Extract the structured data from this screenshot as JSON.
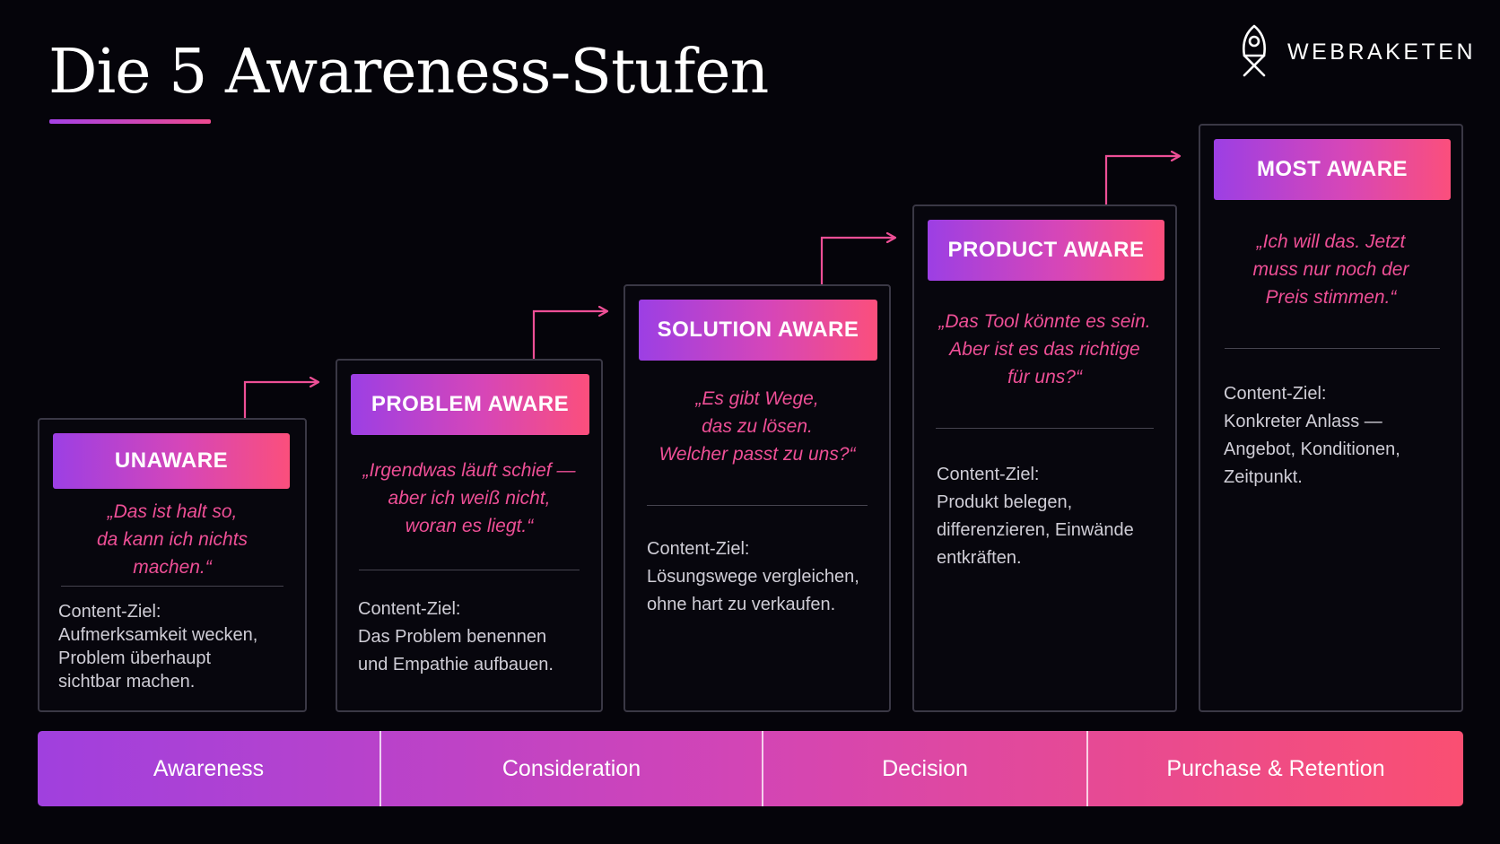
{
  "title": "Die 5 Awareness-Stufen",
  "brand": {
    "name": "WEBRAKETEN",
    "icon": "rocket-logo-icon"
  },
  "colors": {
    "accent_start": "#9c3fe4",
    "accent_end": "#fb4f7c",
    "quote": "#ee4f96",
    "background": "#05040a"
  },
  "stages": [
    {
      "label": "UNAWARE",
      "quote": [
        "„Das ist halt so,",
        "da kann ich nichts",
        "machen.“"
      ],
      "goal": [
        "Content-Ziel:",
        "Aufmerksamkeit wecken,",
        "Problem überhaupt",
        "sichtbar machen."
      ]
    },
    {
      "label": "PROBLEM AWARE",
      "quote": [
        "„Irgendwas läuft schief —",
        "aber ich weiß nicht,",
        "woran es liegt.“"
      ],
      "goal": [
        "Content-Ziel:",
        "Das Problem benennen",
        "und Empathie aufbauen."
      ]
    },
    {
      "label": "SOLUTION AWARE",
      "quote": [
        "„Es gibt Wege,",
        "das zu lösen.",
        "Welcher passt zu uns?“"
      ],
      "goal": [
        "Content-Ziel:",
        "Lösungswege vergleichen,",
        "ohne hart zu verkaufen."
      ]
    },
    {
      "label": "PRODUCT AWARE",
      "quote": [
        "„Das Tool könnte es sein.",
        "Aber ist es das richtige",
        "für uns?“"
      ],
      "goal": [
        "Content-Ziel:",
        "Produkt belegen,",
        "differenzieren, Einwände",
        "entkräften."
      ]
    },
    {
      "label": "MOST AWARE",
      "quote": [
        "„Ich will das. Jetzt",
        "muss nur noch der",
        "Preis stimmen.“"
      ],
      "goal": [
        "Content-Ziel:",
        "Konkreter Anlass —",
        "Angebot, Konditionen,",
        "Zeitpunkt."
      ]
    }
  ],
  "funnel": [
    "Awareness",
    "Consideration",
    "Decision",
    "Purchase & Retention"
  ]
}
